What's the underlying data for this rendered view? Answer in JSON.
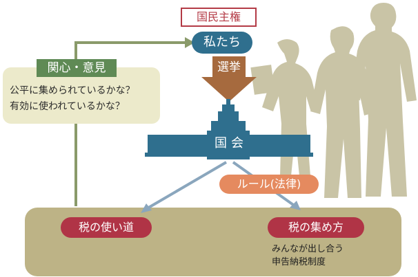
{
  "diagram": {
    "sovereignty_label": "国民主権",
    "citizens_label": "私たち",
    "election_label": "選挙",
    "diet_label": "国会",
    "rule_label": "ルール(法律)",
    "interest_box": {
      "title": "関心・意見",
      "lines": [
        "公平に集められているかな？",
        "有効に使われているかな？"
      ]
    },
    "use_label": "税の使い道",
    "collect_label": "税の集め方",
    "collect_desc": [
      "みんなが出し合う",
      "申告納税制度"
    ]
  },
  "colors": {
    "blue": "#2f6f8e",
    "crimson": "#b03446",
    "green": "#5f8a55",
    "olive": "#bdb386",
    "orange": "#e58a5f",
    "brown": "#a66a3e"
  }
}
